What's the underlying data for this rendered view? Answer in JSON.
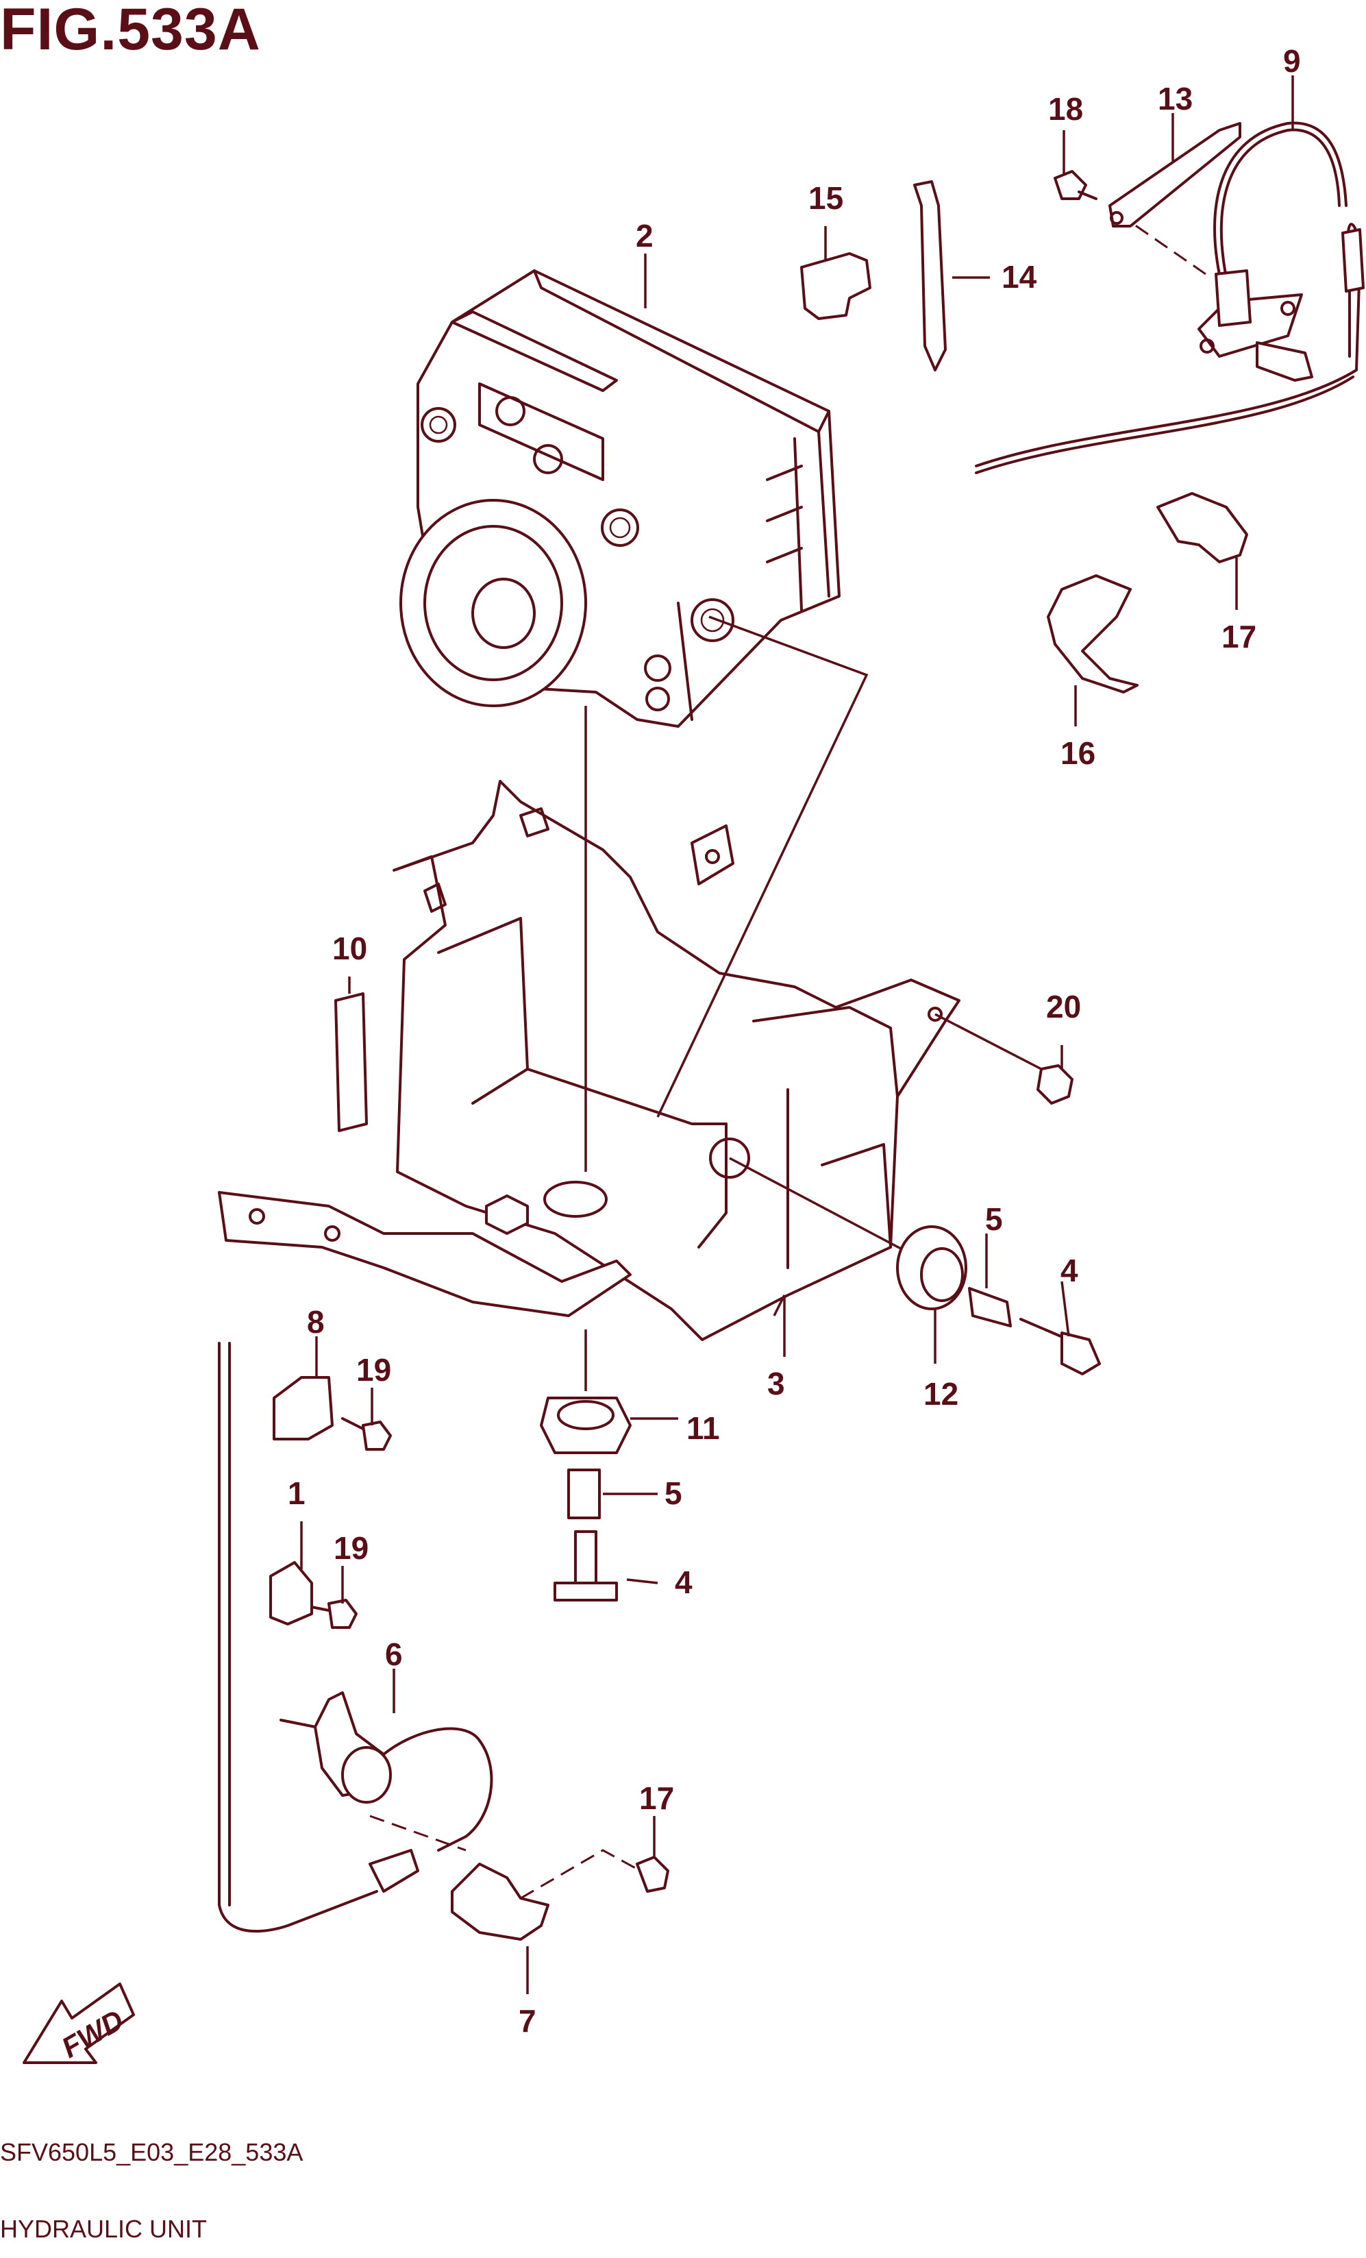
{
  "title": "FIG.533A",
  "code": "SFV650L5_E03_E28_533A",
  "name": "HYDRAULIC UNIT",
  "fwd_label": "FWD",
  "callouts": [
    "1",
    "2",
    "3",
    "4",
    "4",
    "5",
    "5",
    "6",
    "7",
    "8",
    "9",
    "10",
    "11",
    "12",
    "13",
    "14",
    "15",
    "16",
    "17",
    "17",
    "18",
    "19",
    "19",
    "20"
  ],
  "colors": {
    "ink": "#5a0f16",
    "background": "#ffffff"
  }
}
